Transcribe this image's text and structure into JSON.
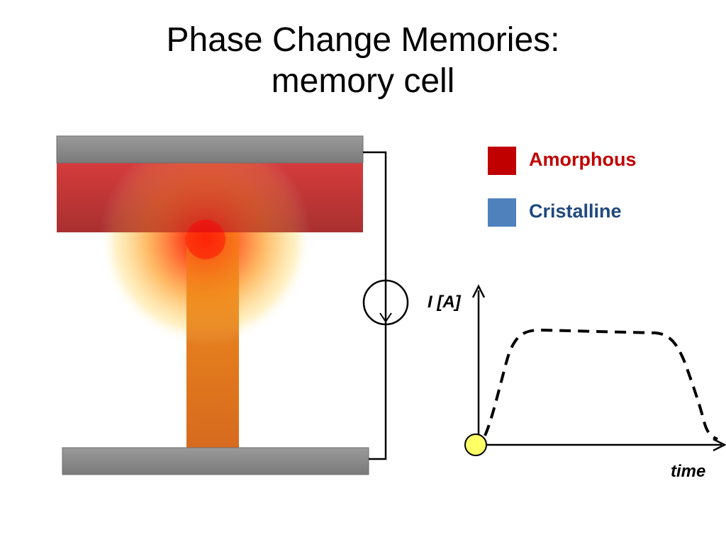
{
  "title": {
    "line1": "Phase Change Memories:",
    "line2": "memory cell"
  },
  "legend": {
    "items": [
      {
        "label": "Amorphous",
        "color": "#c00000",
        "text_color": "#c00000"
      },
      {
        "label": "Cristalline",
        "color": "#4f81bd",
        "text_color": "#1f497d"
      }
    ]
  },
  "graph": {
    "y_axis_label": "I [A]",
    "x_axis_label": "time",
    "curve_style": "dashed",
    "origin_marker_color": "#ffff66"
  },
  "cell": {
    "electrode_color": "#8a8a8a",
    "amorphous_region_color": "#c00000",
    "heater_color": "#e46c0a",
    "hotspot_color": "#ff0000"
  }
}
